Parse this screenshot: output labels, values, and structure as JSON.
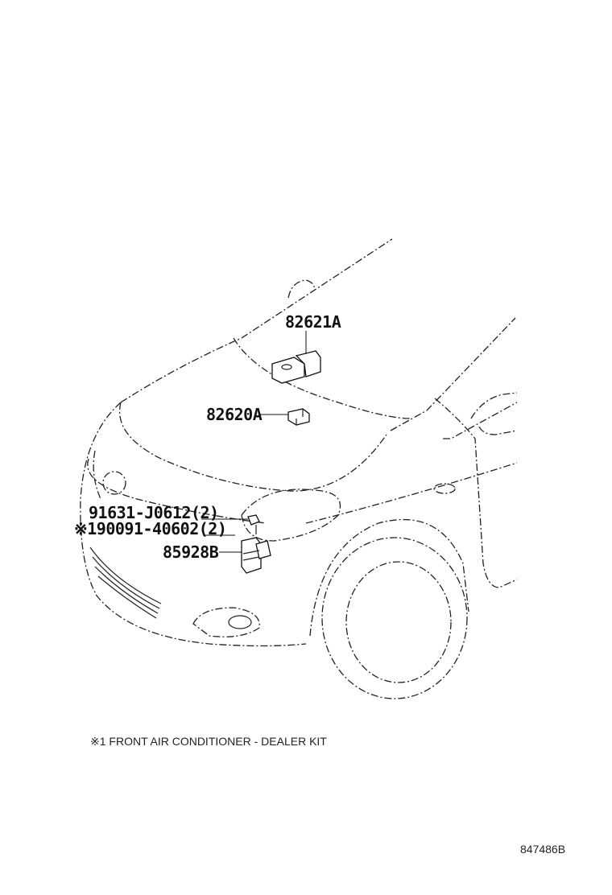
{
  "callouts": {
    "p82621a": "82621A",
    "p82620a": "82620A",
    "p91631": "91631-J0612(2)",
    "p90091": "※190091-40602(2)",
    "p85928b": "85928B"
  },
  "footnote": "※1 FRONT AIR CONDITIONER - DEALER KIT",
  "diagram_number": "847486B"
}
